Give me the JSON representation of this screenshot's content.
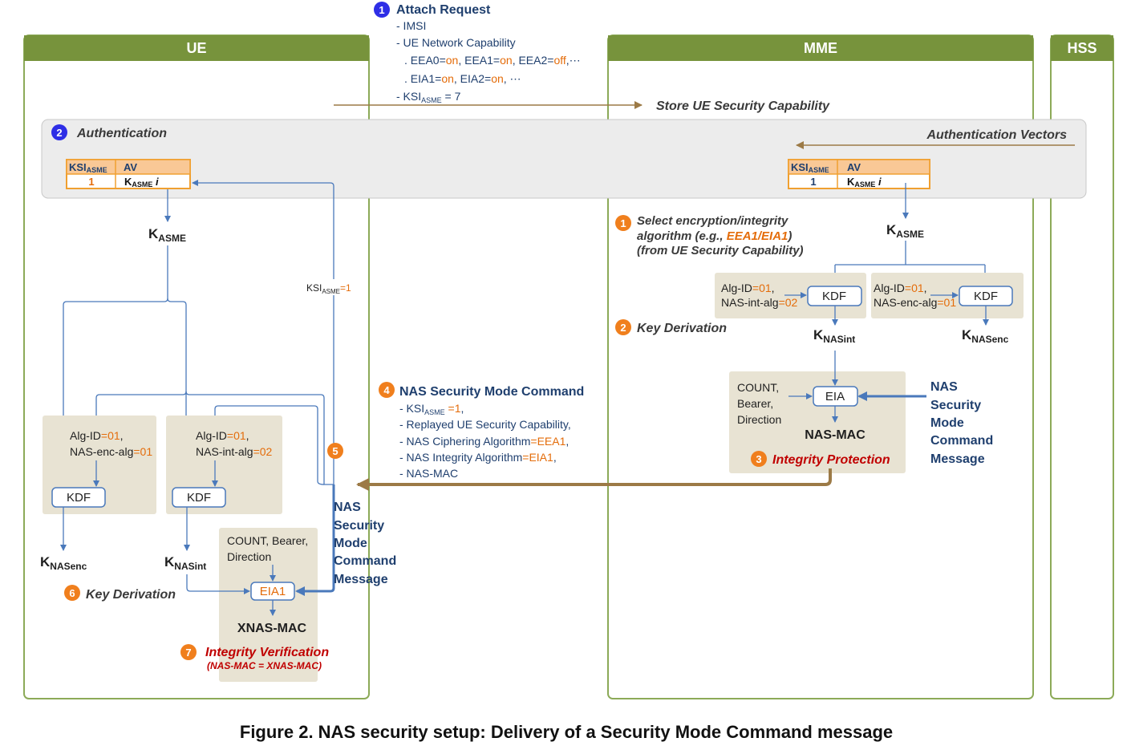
{
  "caption": "Figure 2. NAS security setup: Delivery of a Security Mode Command message",
  "columns": {
    "ue": "UE",
    "mme": "MME",
    "hss": "HSS"
  },
  "attach": {
    "badge": "1",
    "title": "Attach Request",
    "imsi": "- IMSI",
    "cap": "- UE Network Capability",
    "eea0_pre": ". EEA0=",
    "eea0_val": "on",
    "eea1_pre": ", EEA1=",
    "eea1_val": "on",
    "eea2_pre": ", EEA2=",
    "eea2_val": "off",
    "eea_tail": ",⋯",
    "eia1_pre": ". EIA1=",
    "eia1_val": "on",
    "eia2_pre": ", EIA2=",
    "eia2_val": "on",
    "eia_tail": ", ⋯",
    "ksi_pre": "- KSI",
    "ksi_sub": "ASME",
    "ksi_val": " = 7"
  },
  "store": "Store UE Security Capability",
  "auth": {
    "badge": "2",
    "title": "Authentication",
    "vectors": "Authentication Vectors",
    "tbl_ksi": "KSI",
    "tbl_ksi_sub": "ASME",
    "tbl_av": "AV",
    "row_ksi_ue": "1",
    "row_ksi_mme": "1",
    "row_k": "K",
    "row_k_sub": "ASME",
    "row_k_i": " i"
  },
  "keys": {
    "k": "K",
    "asme": "ASME",
    "nasint": "NASint",
    "nasenc": "NASenc"
  },
  "mme": {
    "step1_badge": "1",
    "step1_l1": "Select encryption/integrity",
    "step1_l2_pre": "algorithm (e.g., ",
    "step1_l2_val": "EEA1/EIA1",
    "step1_l2_post": ")",
    "step1_l3": "(from UE Security Capability)",
    "kdf1_alg_pre": "Alg-ID",
    "kdf1_alg_val": "=01",
    "kdf1_alg_tail": ",",
    "kdf1_nas_pre": "NAS-int-alg",
    "kdf1_nas_val": "=02",
    "kdf2_alg_pre": "Alg-ID",
    "kdf2_alg_val": "=01",
    "kdf2_alg_tail": ",",
    "kdf2_nas_pre": "NAS-enc-alg",
    "kdf2_nas_val": "=01",
    "kdf": "KDF",
    "step2_badge": "2",
    "step2": "Key Derivation",
    "count": "COUNT,",
    "bearer": "Bearer,",
    "direction": "Direction",
    "eia": "EIA",
    "nasmac": "NAS-MAC",
    "step3_badge": "3",
    "step3": "Integrity Protection",
    "msg_l1": "NAS",
    "msg_l2": "Security",
    "msg_l3": "Mode",
    "msg_l4": "Command",
    "msg_l5": "Message"
  },
  "smc": {
    "badge": "4",
    "title": "NAS Security Mode Command",
    "ksi_pre": "- KSI",
    "ksi_sub": "ASME",
    "ksi_val": " =1",
    "ksi_tail": ",",
    "replay": "- Replayed UE Security Capability,",
    "ciph_pre": "- NAS Ciphering Algorithm",
    "ciph_val": "=EEA1",
    "ciph_tail": ",",
    "integ_pre": "- NAS Integrity Algorithm",
    "integ_val": "=EIA1",
    "integ_tail": ",",
    "mac": "- NAS-MAC"
  },
  "ue": {
    "ksi_label": "KSI",
    "ksi_sub": "ASME",
    "ksi_val": "=1",
    "step5_badge": "5",
    "kdf_a_alg_pre": "Alg-ID",
    "kdf_a_alg_val": "=01",
    "kdf_a_alg_tail": ",",
    "kdf_a_nas_pre": "NAS-enc-alg",
    "kdf_a_nas_val": "=01",
    "kdf_b_alg_pre": "Alg-ID",
    "kdf_b_alg_val": "=01",
    "kdf_b_alg_tail": ",",
    "kdf_b_nas_pre": "NAS-int-alg",
    "kdf_b_nas_val": "=02",
    "kdf": "KDF",
    "count_l1": "COUNT, Bearer,",
    "count_l2": "Direction",
    "eia1": "EIA1",
    "xnasmac": "XNAS-MAC",
    "step6_badge": "6",
    "step6": "Key Derivation",
    "step7_badge": "7",
    "step7": "Integrity Verification",
    "step7_sub": "(NAS-MAC = XNAS-MAC)",
    "msg_l1": "NAS",
    "msg_l2": "Security",
    "msg_l3": "Mode",
    "msg_l4": "Command",
    "msg_l5": "Message"
  },
  "colors": {
    "column_header": "#77933c",
    "badge_blue": "#2e2ee6",
    "badge_orange": "#f07f1d",
    "accent_orange": "#e46c0a",
    "navy_text": "#1f3f6e",
    "arrow_blue": "#4a79bb",
    "arrow_brown": "#9c7a46",
    "panel_beige": "#e8e3d3",
    "panel_gray": "#ececec"
  }
}
